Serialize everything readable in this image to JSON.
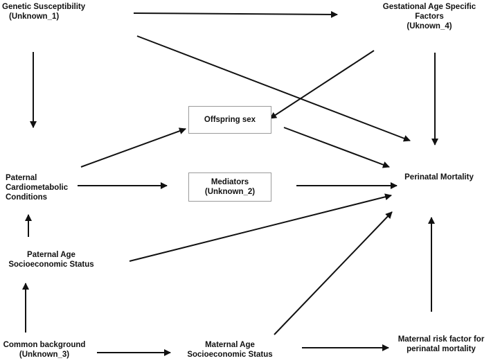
{
  "nodes": {
    "genetic": {
      "lines": [
        "Genetic Susceptibility",
        "(Unknown_1)"
      ]
    },
    "gestational": {
      "lines": [
        "Gestational Age Specific",
        "Factors",
        "(Uknown_4)"
      ]
    },
    "offspring": {
      "lines": [
        "Offspring sex"
      ]
    },
    "paternal_cardio": {
      "lines": [
        "Paternal",
        "Cardiometabolic",
        "Conditions"
      ]
    },
    "mediators": {
      "lines": [
        "Mediators",
        "(Unknown_2)"
      ]
    },
    "perinatal": {
      "lines": [
        "Perinatal Mortality"
      ]
    },
    "paternal_age": {
      "lines": [
        "Paternal Age",
        "Socioeconomic Status"
      ]
    },
    "common_bg": {
      "lines": [
        "Common background",
        "(Unknown_3)"
      ]
    },
    "maternal_age": {
      "lines": [
        "Maternal Age",
        "Socioeconomic Status"
      ]
    },
    "maternal_risk": {
      "lines": [
        "Maternal risk factor for",
        "perinatal mortality"
      ]
    }
  },
  "edges": [
    {
      "from": "genetic",
      "to": "gestational"
    },
    {
      "from": "genetic",
      "to": "paternal_cardio"
    },
    {
      "from": "genetic",
      "to": "perinatal"
    },
    {
      "from": "gestational",
      "to": "offspring"
    },
    {
      "from": "gestational",
      "to": "perinatal"
    },
    {
      "from": "paternal_cardio",
      "to": "offspring"
    },
    {
      "from": "paternal_cardio",
      "to": "mediators"
    },
    {
      "from": "offspring",
      "to": "perinatal"
    },
    {
      "from": "mediators",
      "to": "perinatal"
    },
    {
      "from": "paternal_age",
      "to": "paternal_cardio"
    },
    {
      "from": "paternal_age",
      "to": "perinatal"
    },
    {
      "from": "common_bg",
      "to": "paternal_age"
    },
    {
      "from": "common_bg",
      "to": "maternal_age"
    },
    {
      "from": "maternal_age",
      "to": "perinatal"
    },
    {
      "from": "maternal_age",
      "to": "maternal_risk"
    },
    {
      "from": "maternal_risk",
      "to": "perinatal"
    }
  ],
  "colors": {
    "text": "#111111",
    "arrow": "#111111",
    "box_border": "#9a9a9a",
    "background": "#ffffff"
  }
}
